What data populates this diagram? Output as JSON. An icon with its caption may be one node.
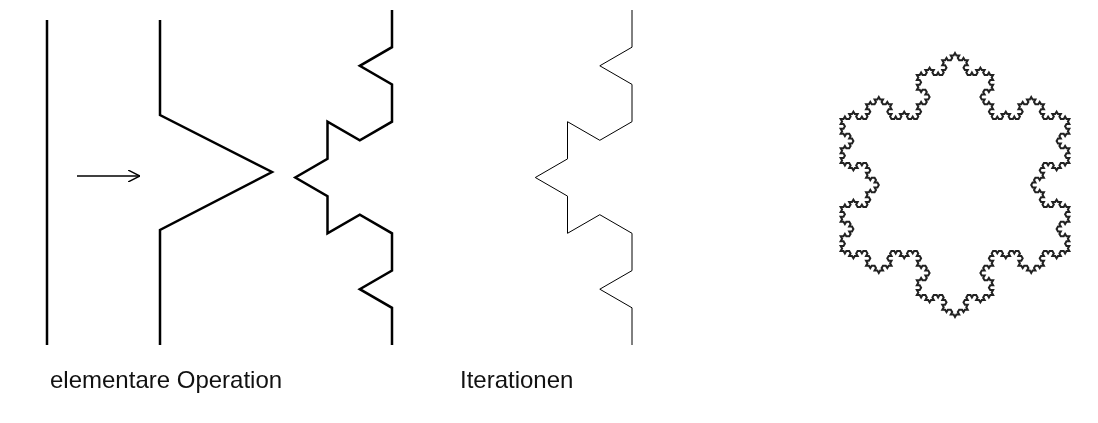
{
  "diagram": {
    "nodes": [
      {
        "text": [],
        "shape": "line"
      },
      {
        "text": [],
        "shape": "line"
      }
    ],
    "edges": [
      {
        "from": 0,
        "to": 1,
        "arrow": "to"
      }
    ],
    "labels": [
      "elementare Operation",
      "Iterationen"
    ]
  }
}
